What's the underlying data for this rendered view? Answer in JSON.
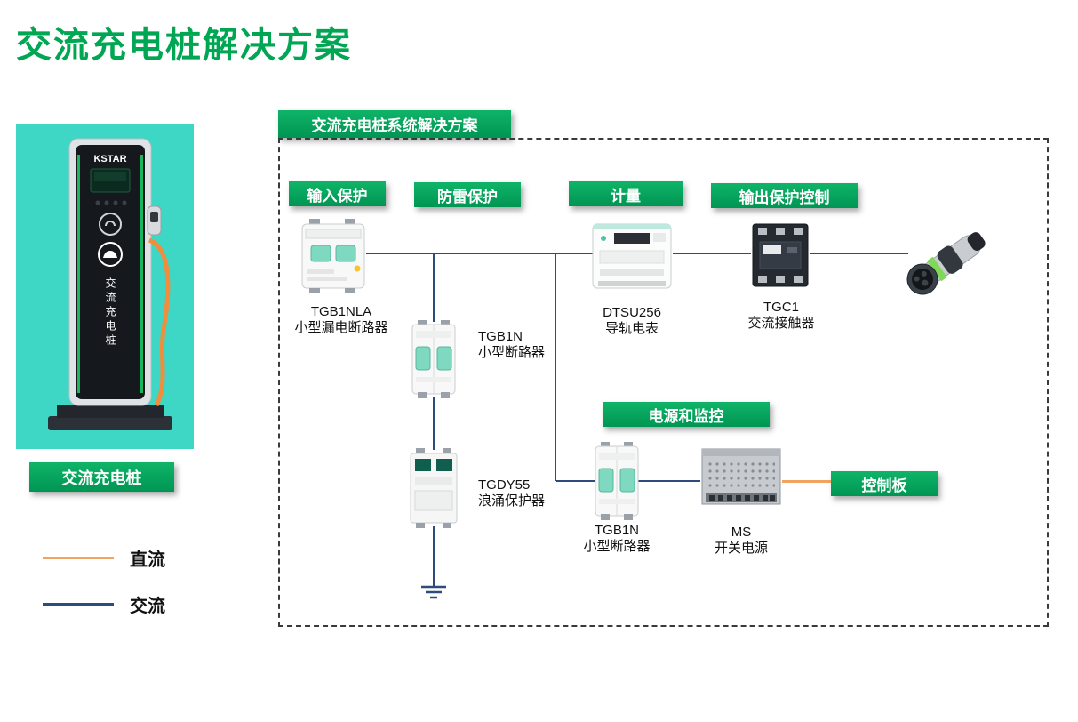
{
  "page": {
    "title": "交流充电桩解决方案"
  },
  "colors": {
    "accent_green": "#00a651",
    "teal_background": "#3ed6c5",
    "ac_line": "#2e4b7c",
    "dc_line": "#f2a35f"
  },
  "left": {
    "pile_label": "交流充电桩",
    "pile_brand": "KSTAR",
    "pile_vertical_text": "交流充电桩",
    "legend": [
      {
        "label": "直流",
        "color": "#f2a35f"
      },
      {
        "label": "交流",
        "color": "#2e4b7c"
      }
    ]
  },
  "diagram": {
    "title": "交流充电桩系统解决方案",
    "section_labels": {
      "input_protection": "输入保护",
      "lightning_protection": "防雷保护",
      "metering": "计量",
      "output_protection": "输出保护控制",
      "power_monitoring": "电源和监控",
      "control_board": "控制板"
    },
    "components": {
      "breaker_main": {
        "model": "TGB1NLA",
        "name": "小型漏电断路器"
      },
      "breaker_mid": {
        "model": "TGB1N",
        "name": "小型断路器"
      },
      "surge": {
        "model": "TGDY55",
        "name": "浪涌保护器"
      },
      "meter": {
        "model": "DTSU256",
        "name": "导轨电表"
      },
      "contactor": {
        "model": "TGC1",
        "name": "交流接触器"
      },
      "breaker_low": {
        "model": "TGB1N",
        "name": "小型断路器"
      },
      "psu": {
        "model": "MS",
        "name": "开关电源"
      }
    }
  }
}
